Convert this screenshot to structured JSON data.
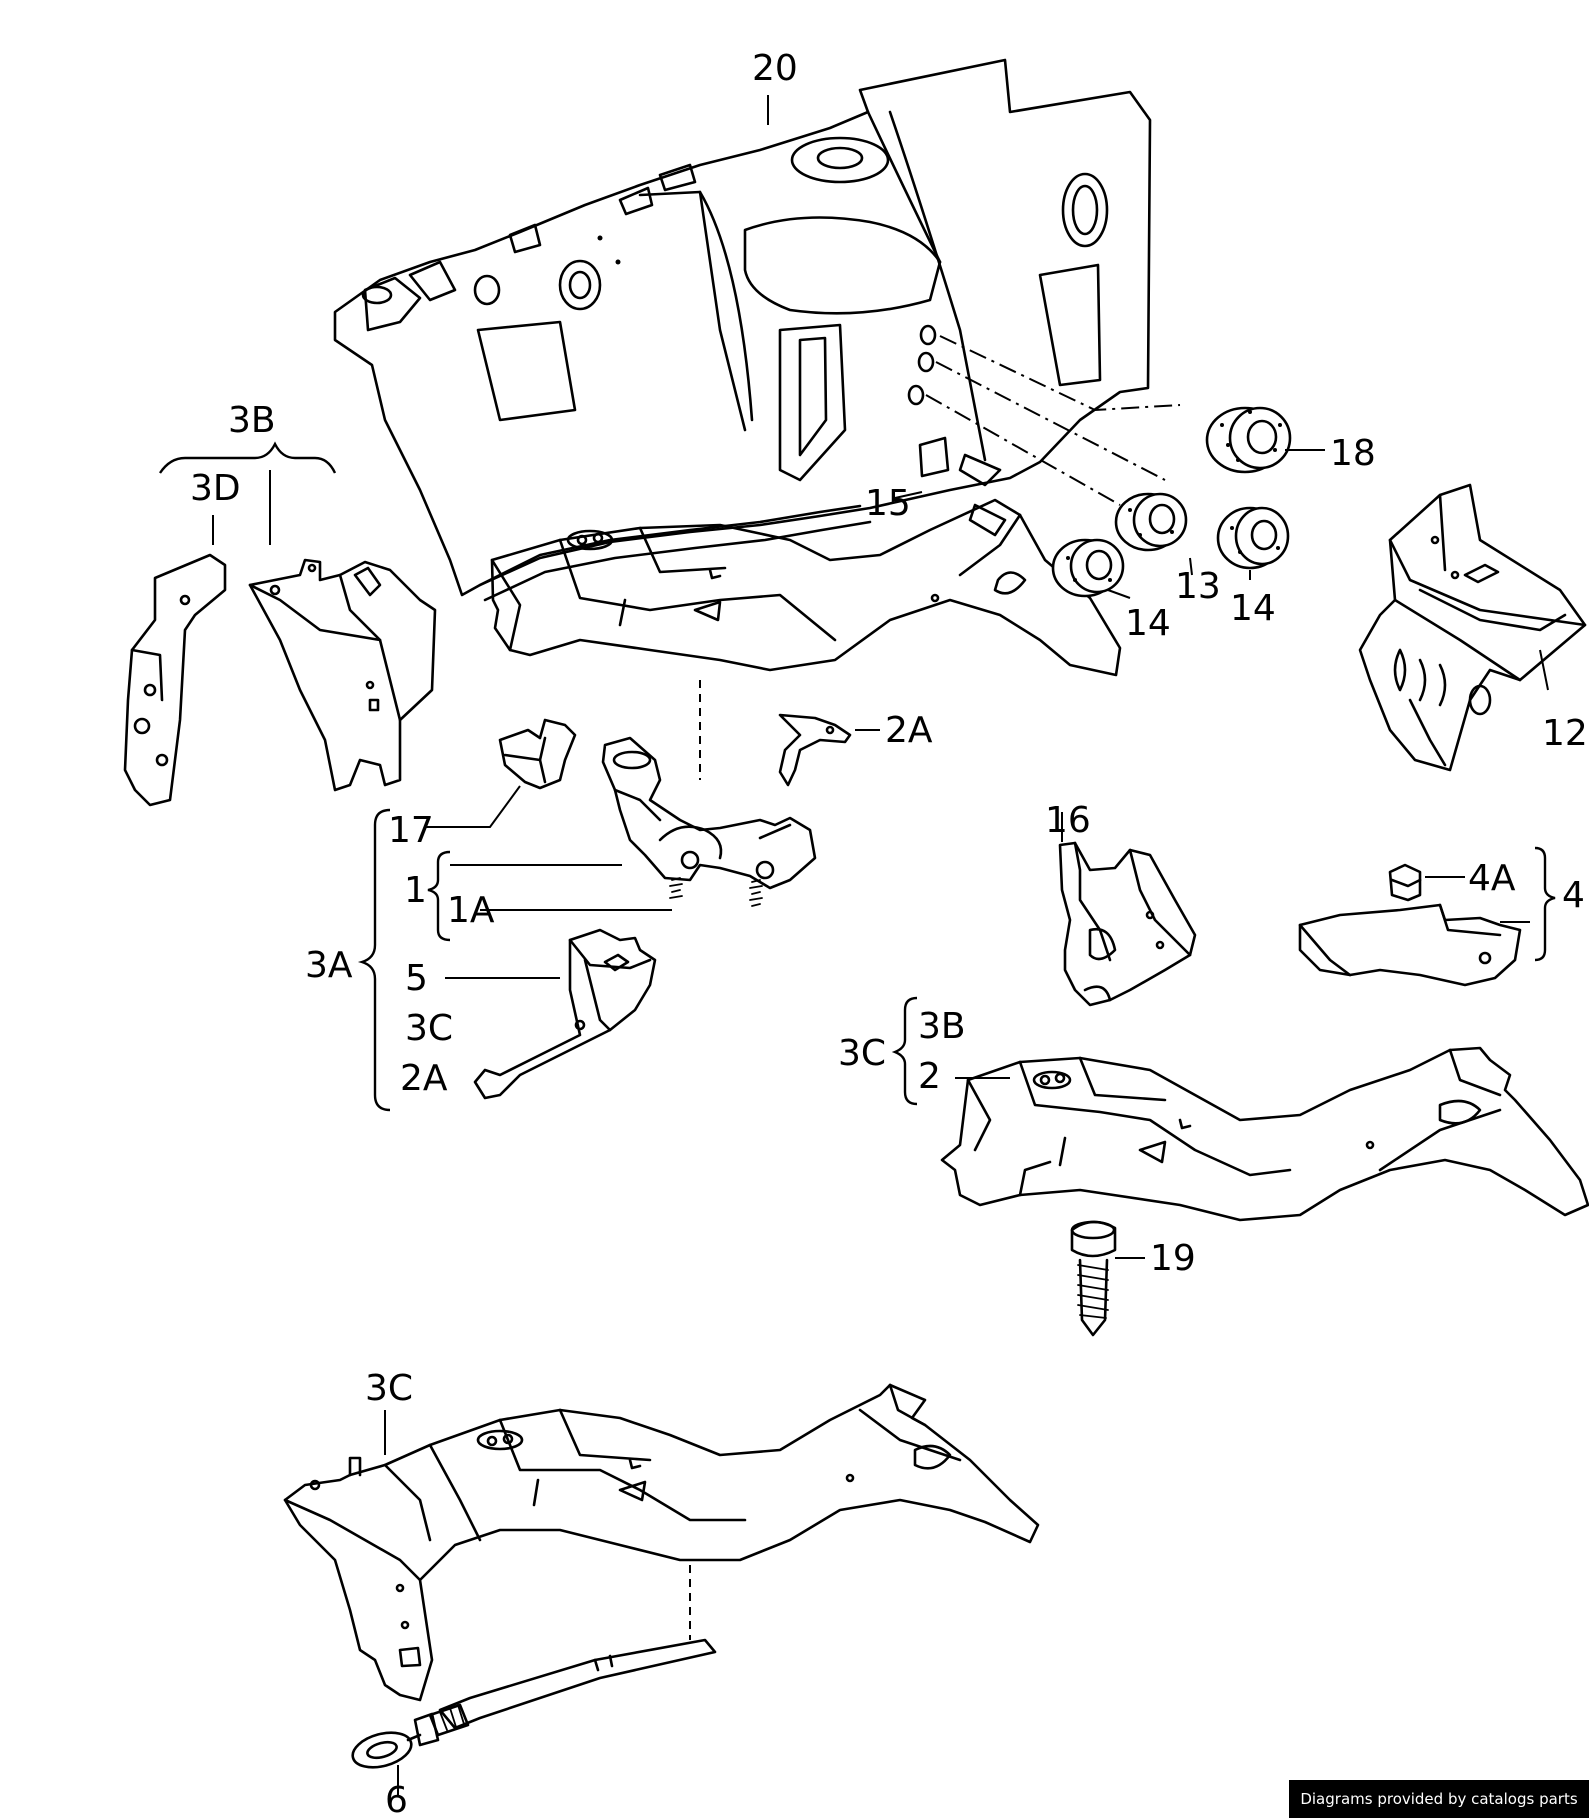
{
  "callouts": {
    "c20": "20",
    "c18": "18",
    "c15": "15",
    "c13": "13",
    "c14a": "14",
    "c14b": "14",
    "c12": "12",
    "c2A_top": "2A",
    "c3B_top": "3B",
    "c3D": "3D",
    "c17": "17",
    "c1": "1",
    "c1A": "1A",
    "c3A": "3A",
    "c5": "5",
    "c3C_mid": "3C",
    "c2A_mid": "2A",
    "c16": "16",
    "c4A": "4A",
    "c4": "4",
    "c3C_group": "3C",
    "c3B_group": "3B",
    "c2": "2",
    "c19": "19",
    "c3C_bottom": "3C",
    "c6": "6"
  },
  "footer": {
    "credit": "Diagrams provided by catalogs parts"
  },
  "colors": {
    "ink": "#000000",
    "paper": "#ffffff"
  }
}
